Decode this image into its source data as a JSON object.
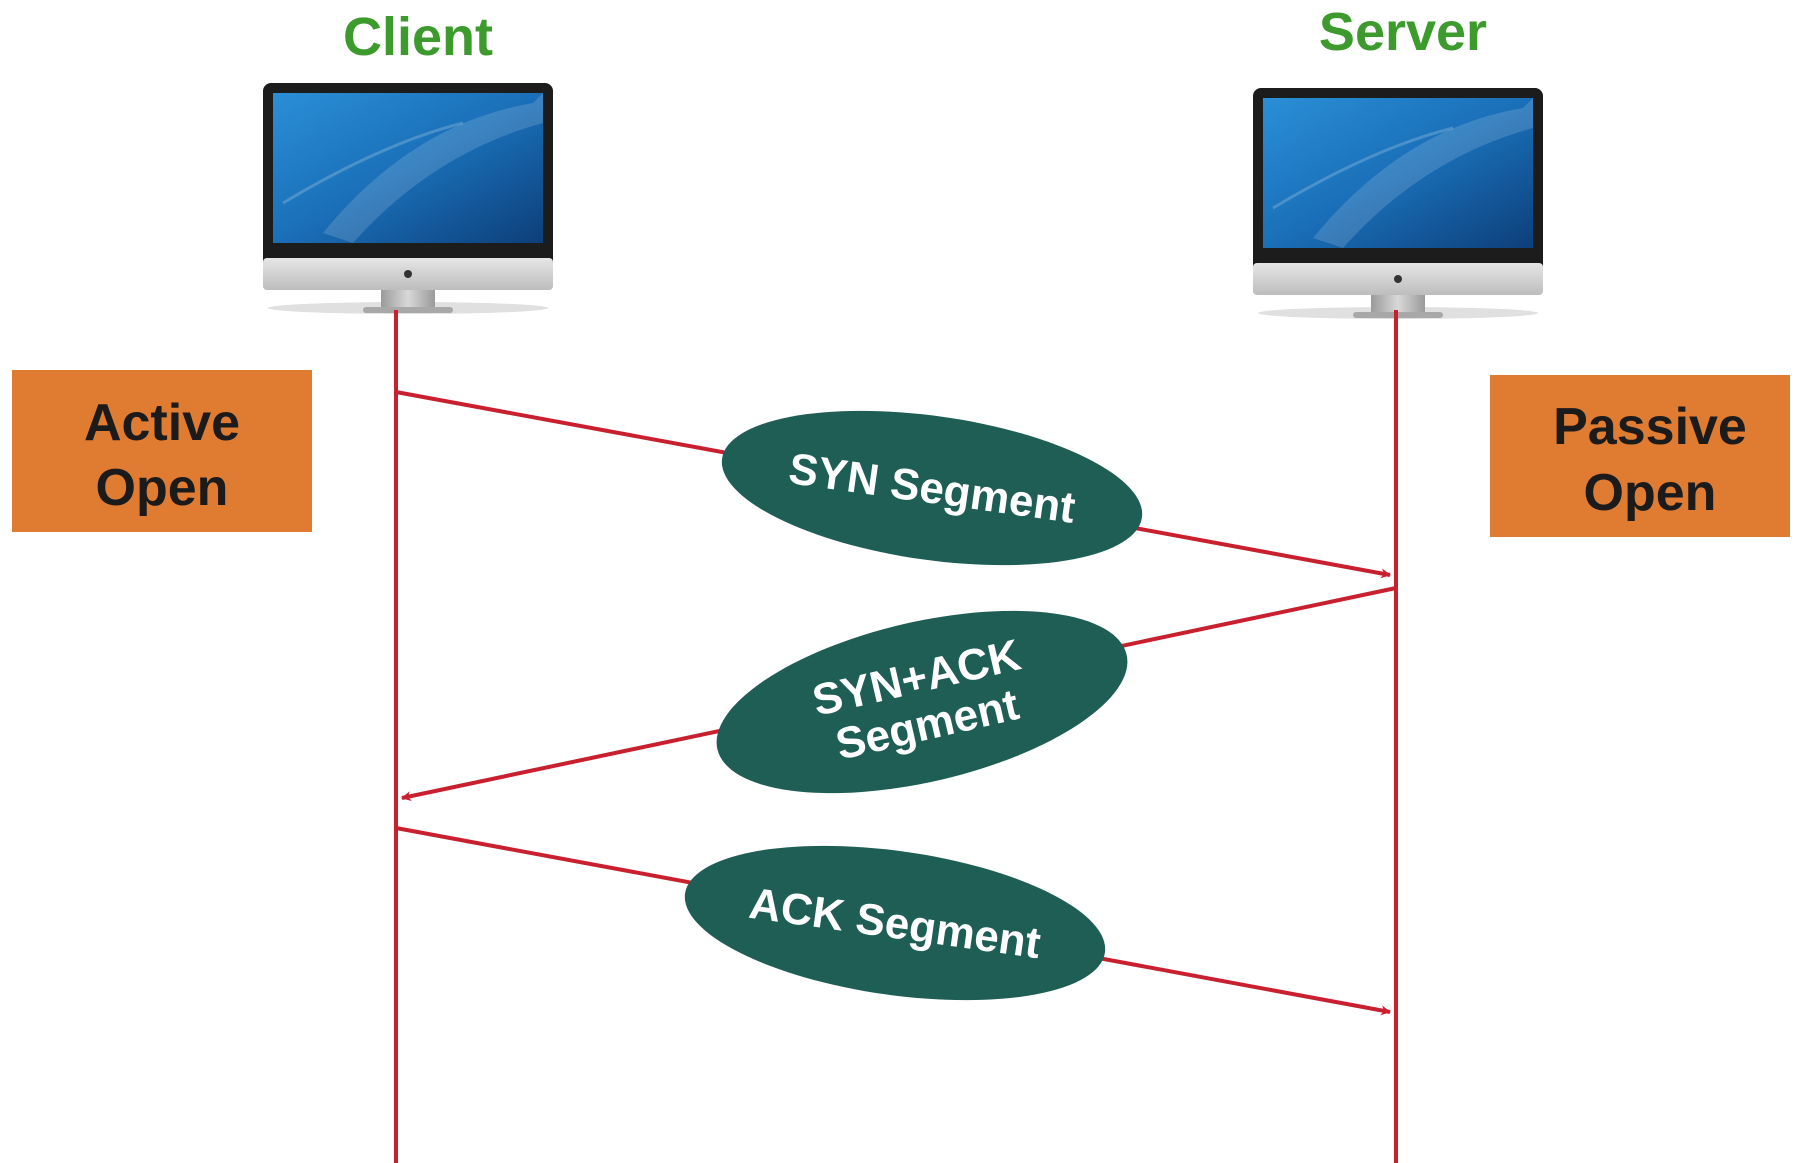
{
  "colors": {
    "endpoint_title": "#3d9a2c",
    "timeline": "#c9202f",
    "state_box": "#e07b32",
    "segment_ellipse": "#1f5e55",
    "segment_text": "#ffffff",
    "state_text": "#1b1b1b"
  },
  "endpoints": {
    "client": {
      "title": "Client",
      "icon": "desktop-monitor-icon"
    },
    "server": {
      "title": "Server",
      "icon": "desktop-monitor-icon"
    }
  },
  "states": {
    "client": {
      "line1": "Active",
      "line2": "Open"
    },
    "server": {
      "line1": "Passive",
      "line2": "Open"
    }
  },
  "segments": [
    {
      "id": "syn",
      "lines": [
        "SYN Segment"
      ],
      "direction": "client-to-server"
    },
    {
      "id": "syn-ack",
      "lines": [
        "SYN+ACK",
        "Segment"
      ],
      "direction": "server-to-client"
    },
    {
      "id": "ack",
      "lines": [
        "ACK Segment"
      ],
      "direction": "client-to-server"
    }
  ]
}
